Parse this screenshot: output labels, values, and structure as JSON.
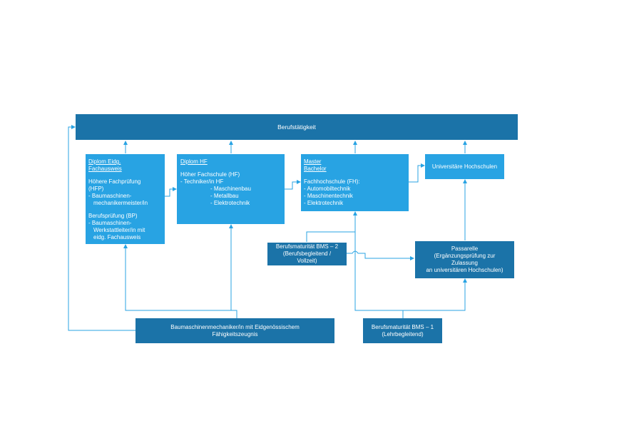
{
  "colors": {
    "dark_box": "#1b73a8",
    "light_box": "#28a3e3",
    "connector": "#28a3e3"
  },
  "berufstaetigkeit": "Berufstätigkeit",
  "eidg": {
    "title_line1": "Diplom Eidg.",
    "title_line2": "Fachausweis",
    "hfp_line1": "Höhere Fachprüfung",
    "hfp_line2": "(HFP)",
    "hfp_item_line1": "- Baumaschinen-",
    "hfp_item_line2": "mechanikermeister/in",
    "bp_line1": "Berufsprüfung (BP)",
    "bp_item_line1": "- Baumaschinen-",
    "bp_item_line2": "Werkstattleiter/in mit",
    "bp_item_line3": "eidg. Fachausweis"
  },
  "hf": {
    "title": "Diplom HF",
    "school": "Höher Fachschule (HF)",
    "role": "- Techniker/in HF",
    "items": [
      "- Maschinenbau",
      "- Metallbau",
      "- Elektrotechnik"
    ]
  },
  "fh": {
    "title_line1": "Master",
    "title_line2": "Bachelor",
    "school": "Fachhochschule (FH):",
    "items": [
      "- Automobiltechnik",
      "- Maschinentechnik",
      "- Elektrotechnik"
    ]
  },
  "uni": "Universitäre Hochschulen",
  "bms2": {
    "line1": "Berufsmaturität BMS – 2",
    "line2": "(Berufsbegleitend /",
    "line3": "Vollzeit)"
  },
  "passarelle": {
    "line1": "Passarelle",
    "line2": "(Ergänzungsprüfung zur",
    "line3": "Zulassung",
    "line4": "an universitären Hochschulen)"
  },
  "efz": {
    "line1": "Baumaschinenmechaniker/in mit Eidgenössischem",
    "line2": "Fähigkeitszeugnis"
  },
  "bms1": {
    "line1": "Berufsmaturität BMS – 1",
    "line2": "(Lehrbegleitend)"
  }
}
